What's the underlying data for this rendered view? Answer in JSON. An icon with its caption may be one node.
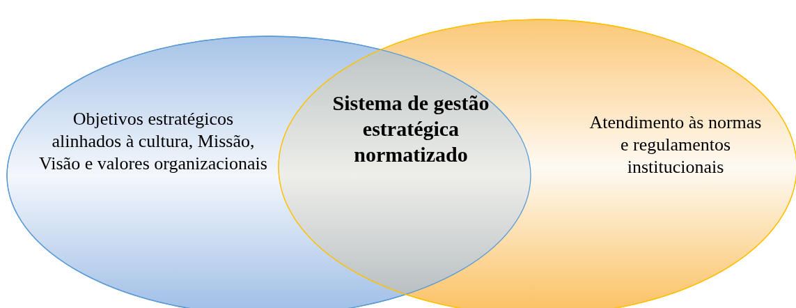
{
  "diagram": {
    "nodes": [
      {
        "text": [
          "Objetivos estratégicos alinhados à cultura, Missão, Visão e valores organizacionais"
        ]
      },
      {
        "text": [
          "Atendimento às normas e regulamentos institucionais"
        ]
      },
      {
        "text": [
          "Sistema de gestão estratégica normatizado"
        ]
      }
    ],
    "edges": []
  }
}
